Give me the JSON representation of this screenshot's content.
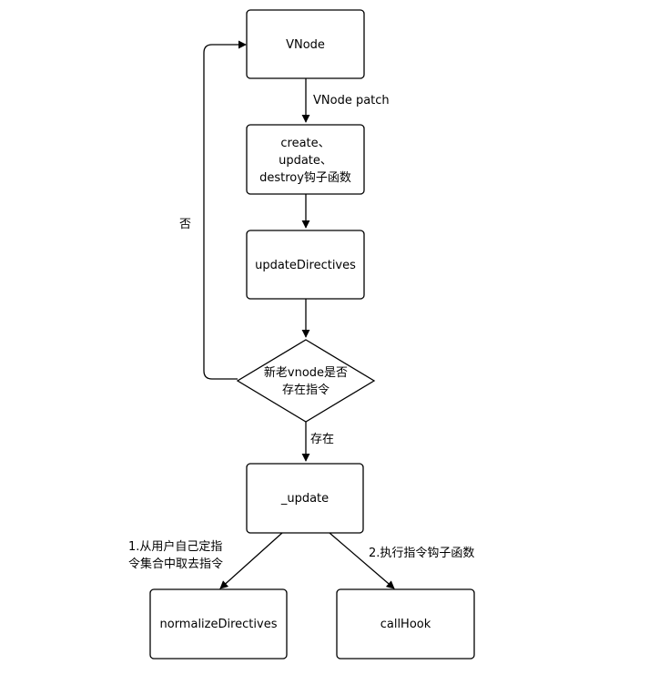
{
  "nodes": {
    "vnode": {
      "label": "VNode"
    },
    "hooks": {
      "lines": [
        "create、",
        "update、",
        "destroy钩子函数"
      ]
    },
    "update_directives": {
      "label": "updateDirectives"
    },
    "decision": {
      "lines": [
        "新老vnode是否",
        "存在指令"
      ]
    },
    "update": {
      "label": "_update"
    },
    "normalize_directives": {
      "label": "normalizeDirectives"
    },
    "call_hook": {
      "label": "callHook"
    }
  },
  "edges": {
    "vnode_patch": "VNode patch",
    "no": "否",
    "exists": "存在",
    "normalize_lines": [
      "1.从用户自己定指",
      "令集合中取去指令"
    ],
    "call_hook": "2.执行指令钩子函数"
  }
}
